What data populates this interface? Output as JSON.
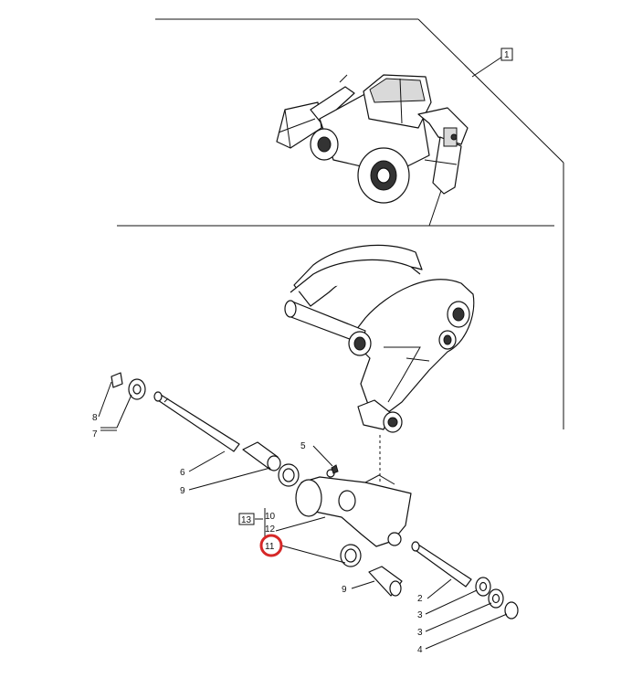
{
  "callouts": {
    "assembly_ref": "1",
    "bracket_ref": "13",
    "items": [
      "8",
      "7",
      "6",
      "9",
      "5",
      "10",
      "12",
      "11",
      "9",
      "2",
      "3",
      "3",
      "4"
    ]
  },
  "highlight": {
    "label": "11",
    "color": "#d62828"
  }
}
